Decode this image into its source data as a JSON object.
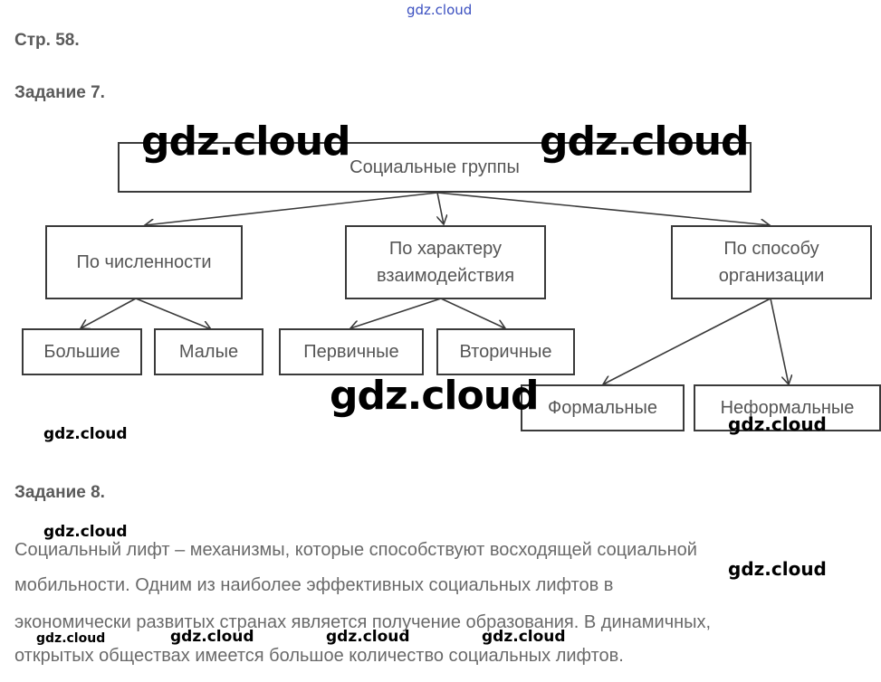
{
  "watermark": {
    "text": "gdz.cloud"
  },
  "page_ref": "Стр. 58.",
  "task7": {
    "title": "Задание 7.",
    "root": "Социальные группы",
    "categories": [
      {
        "label": "По численности",
        "children": [
          "Большие",
          "Малые"
        ]
      },
      {
        "label": "По характеру взаимодействия",
        "children": [
          "Первичные",
          "Вторичные"
        ]
      },
      {
        "label": "По способу организации",
        "children": [
          "Формальные",
          "Неформальные"
        ]
      }
    ]
  },
  "task8": {
    "title": "Задание 8.",
    "lines": [
      "Социальный лифт – механизмы, которые способствуют восходящей социальной",
      "мобильности. Одним из наиболее эффективных социальных лифтов в",
      "экономически развитых странах является получение образования. В динамичных,",
      "открытых обществах имеется большое количество социальных лифтов."
    ]
  }
}
